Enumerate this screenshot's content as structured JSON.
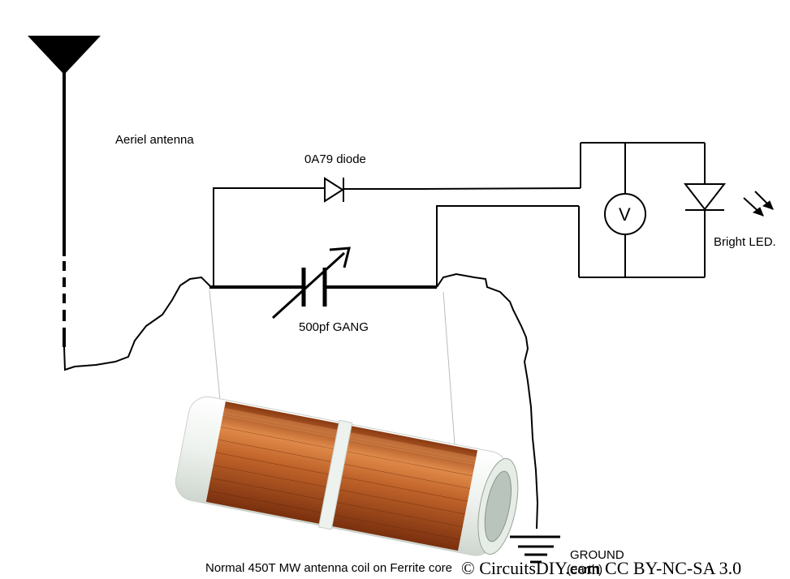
{
  "labels": {
    "antenna": "Aeriel antenna",
    "diode": "0A79 diode",
    "capacitor": "500pf GANG",
    "led": "Bright LED.",
    "voltmeter": "V",
    "ground": "GROUND",
    "ground_sub": "(earth)",
    "coil": "Normal 450T MW antenna coil on Ferrite core",
    "watermark": "© CircuitsDIY.com CC BY-NC-SA 3.0"
  },
  "colors": {
    "wire": "#000000",
    "copper": "#b5541e",
    "copper_light": "#e08a4a",
    "tube": "#eef2ee"
  }
}
